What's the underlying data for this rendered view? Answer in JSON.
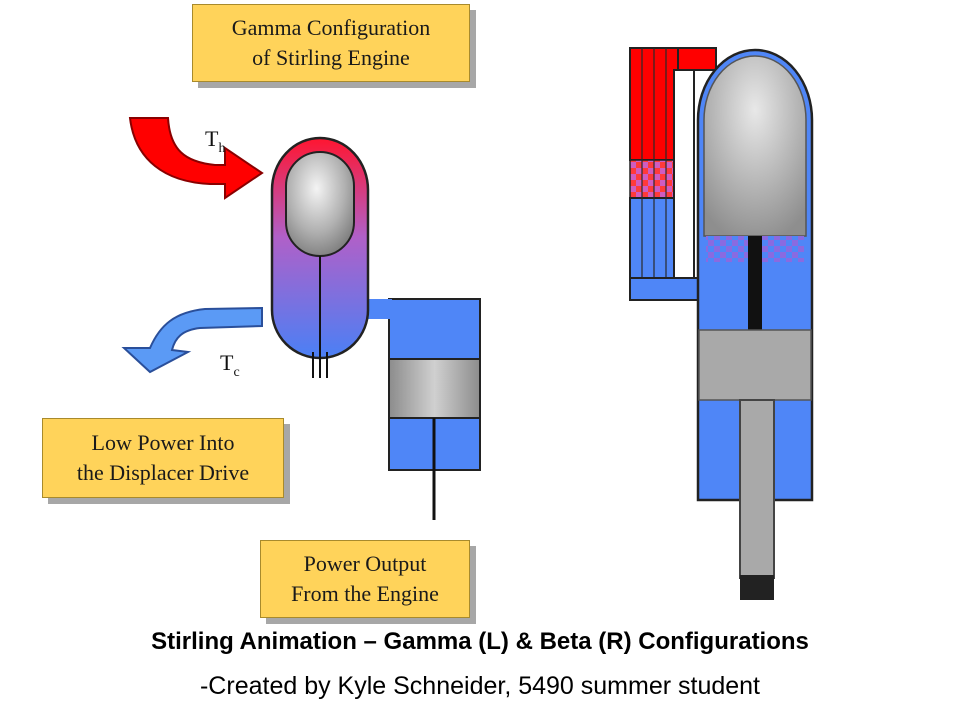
{
  "labels": {
    "gamma_title": [
      "Gamma Configuration",
      "of Stirling Engine"
    ],
    "low_power": [
      "Low Power Into",
      "the Displacer Drive"
    ],
    "power_output": [
      "Power Output",
      "From the Engine"
    ]
  },
  "symbols": {
    "hot": {
      "main": "T",
      "sub": "h"
    },
    "cold": {
      "main": "T",
      "sub": "c"
    }
  },
  "caption": {
    "title": "Stirling Animation – Gamma (L) & Beta (R) Configurations",
    "subtitle": "-Created by Kyle Schneider, 5490 summer student"
  },
  "colors": {
    "hot": "#ff0000",
    "cold": "#4f86f7",
    "metal": "#a9a9a9",
    "label_bg": "#ffd35a"
  }
}
